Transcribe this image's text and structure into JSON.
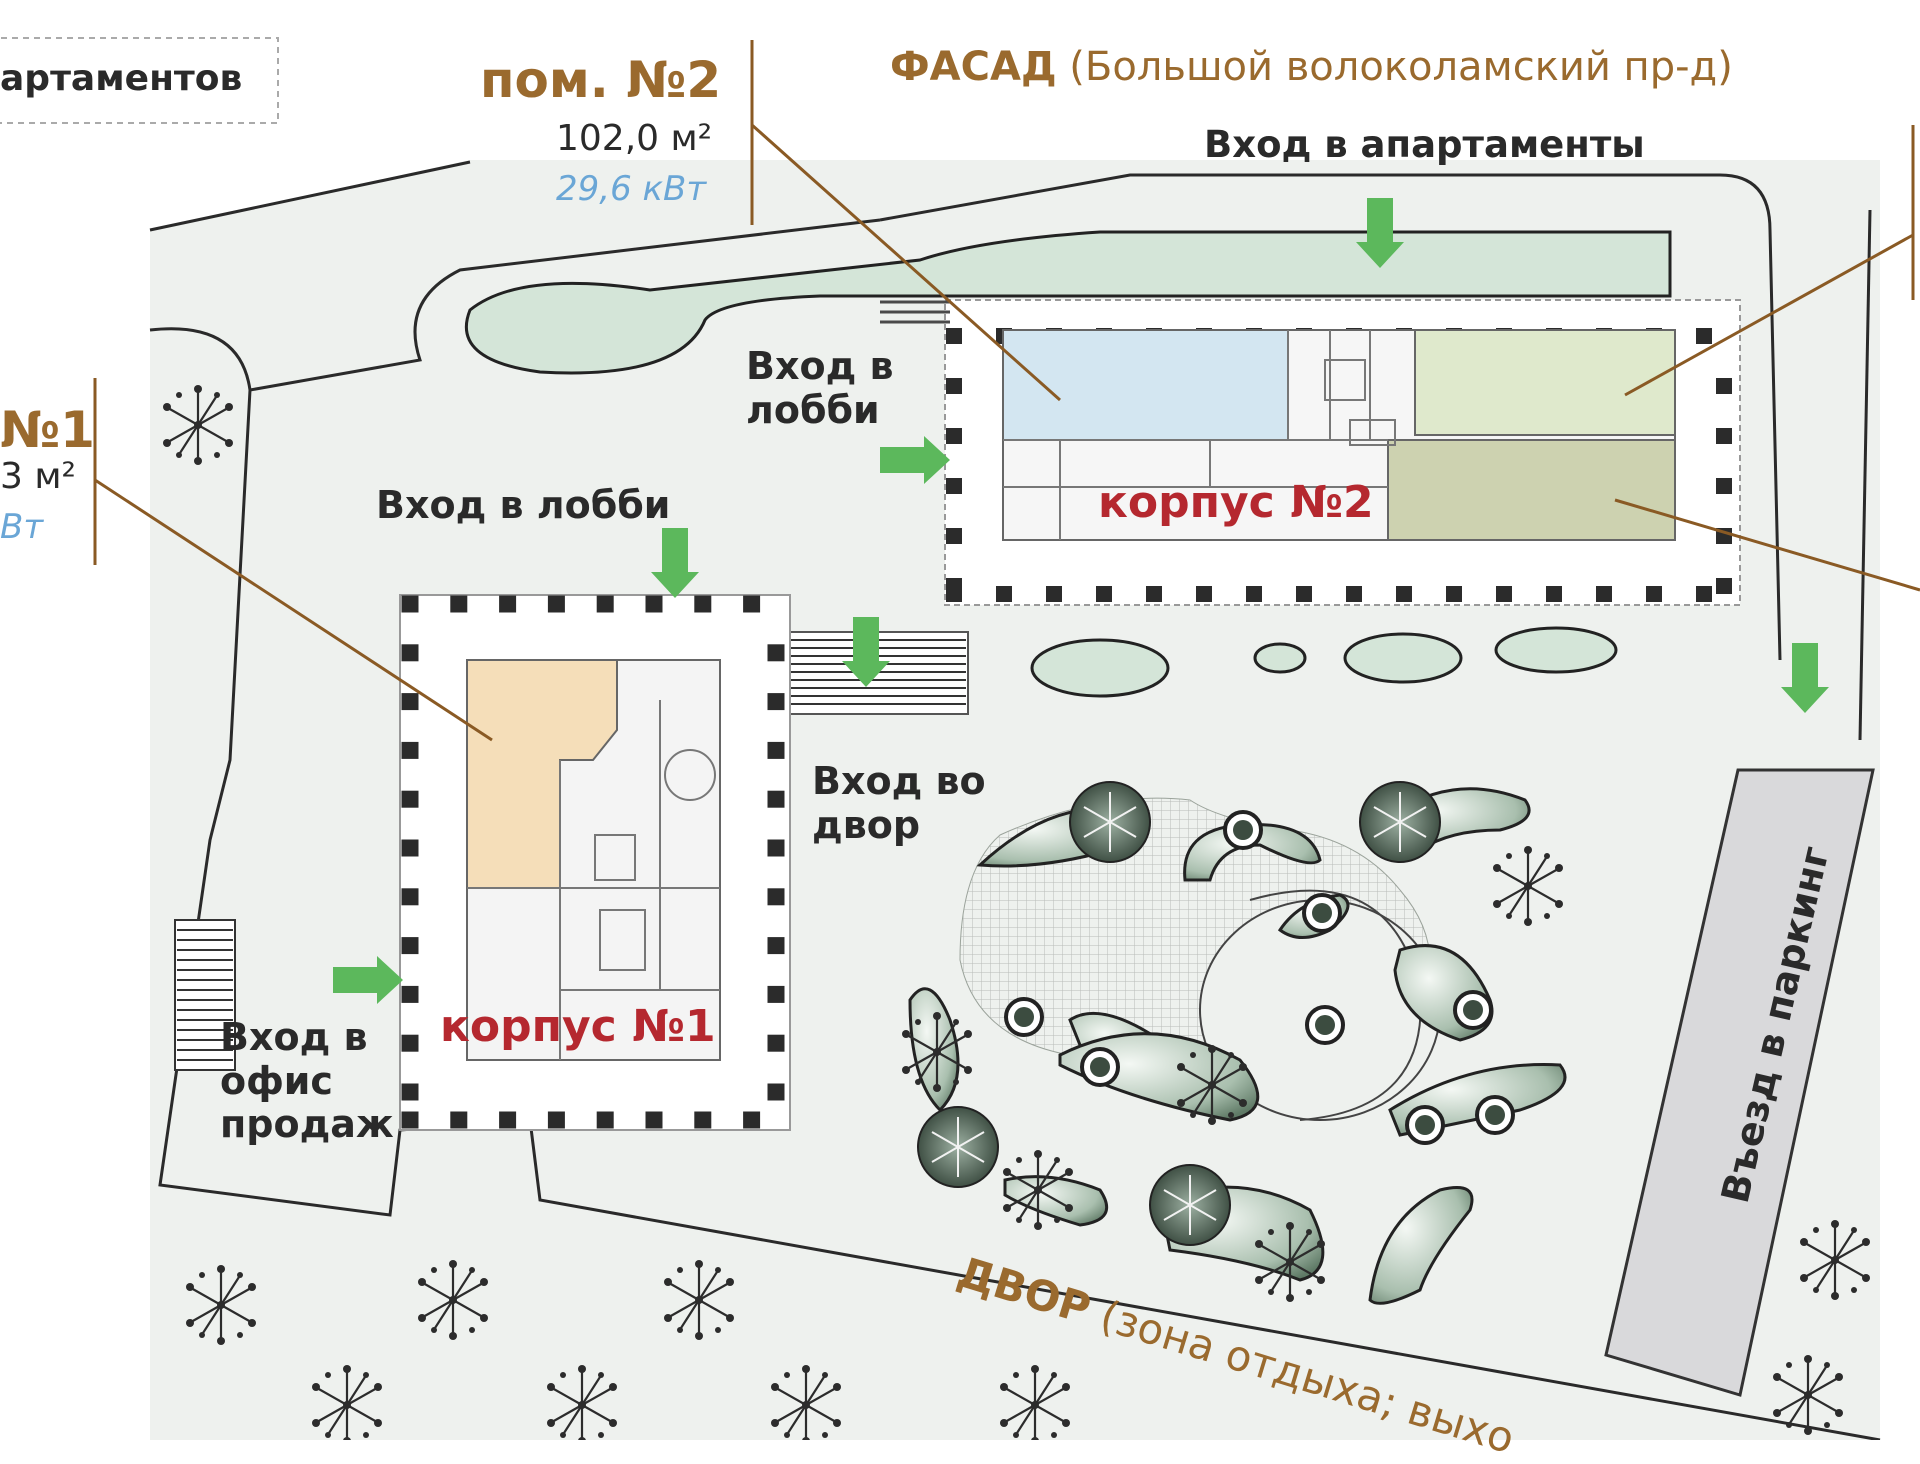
{
  "colors": {
    "brown": "#9a6a2e",
    "blue_power": "#6aa6d6",
    "red_label": "#b5282f",
    "arrow_green": "#5cb85c",
    "lawn": "#d4e5d8",
    "room_blue": "#d3e6f1",
    "room_orange": "#f5deb9",
    "room_green": "#dfe9cc",
    "room_olive": "#cdd2b0",
    "parking_ramp": "#d9d9db"
  },
  "labels": {
    "apartments_box": "артаментов",
    "facade_title": "ФАСАД",
    "facade_street": "(Большой волоколамский пр-д)",
    "room2_title": "пом. №2",
    "room2_area": "102,0 м²",
    "room2_power": "29,6 кВт",
    "room1_title": "№1",
    "room1_area": "3 м²",
    "room1_power": "Вт",
    "entrance_apartments": "Вход в апартаменты",
    "entrance_lobby_2_line1": "Вход в",
    "entrance_lobby_2_line2": "лобби",
    "entrance_lobby_1": "Вход в лобби",
    "entrance_yard_line1": "Вход во",
    "entrance_yard_line2": "двор",
    "entrance_sales_line1": "Вход в",
    "entrance_sales_line2": "офис",
    "entrance_sales_line3": "продаж",
    "building1": "корпус №1",
    "building2": "корпус №2",
    "parking_entry": "Въезд в паркинг",
    "yard_title": "ДВОР",
    "yard_note": "(зона отдыха; выхо"
  },
  "icons": [
    "entrance-arrow-icon",
    "tree-icon",
    "staircase-icon"
  ]
}
